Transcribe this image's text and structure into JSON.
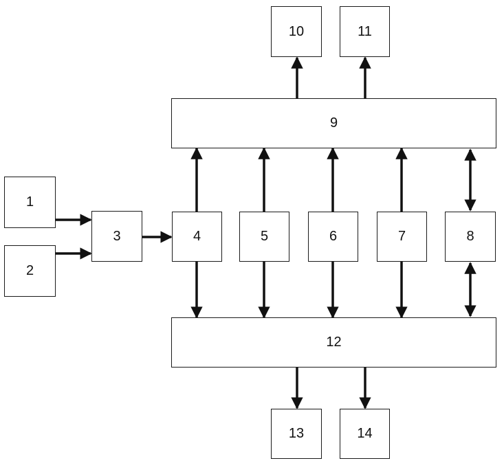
{
  "blocks": {
    "b1": "1",
    "b2": "2",
    "b3": "3",
    "b4": "4",
    "b5": "5",
    "b6": "6",
    "b7": "7",
    "b8": "8",
    "b9": "9",
    "b10": "10",
    "b11": "11",
    "b12": "12",
    "b13": "13",
    "b14": "14"
  },
  "colors": {
    "line": "#111111",
    "border": "#1a1a1a",
    "background": "#ffffff"
  }
}
